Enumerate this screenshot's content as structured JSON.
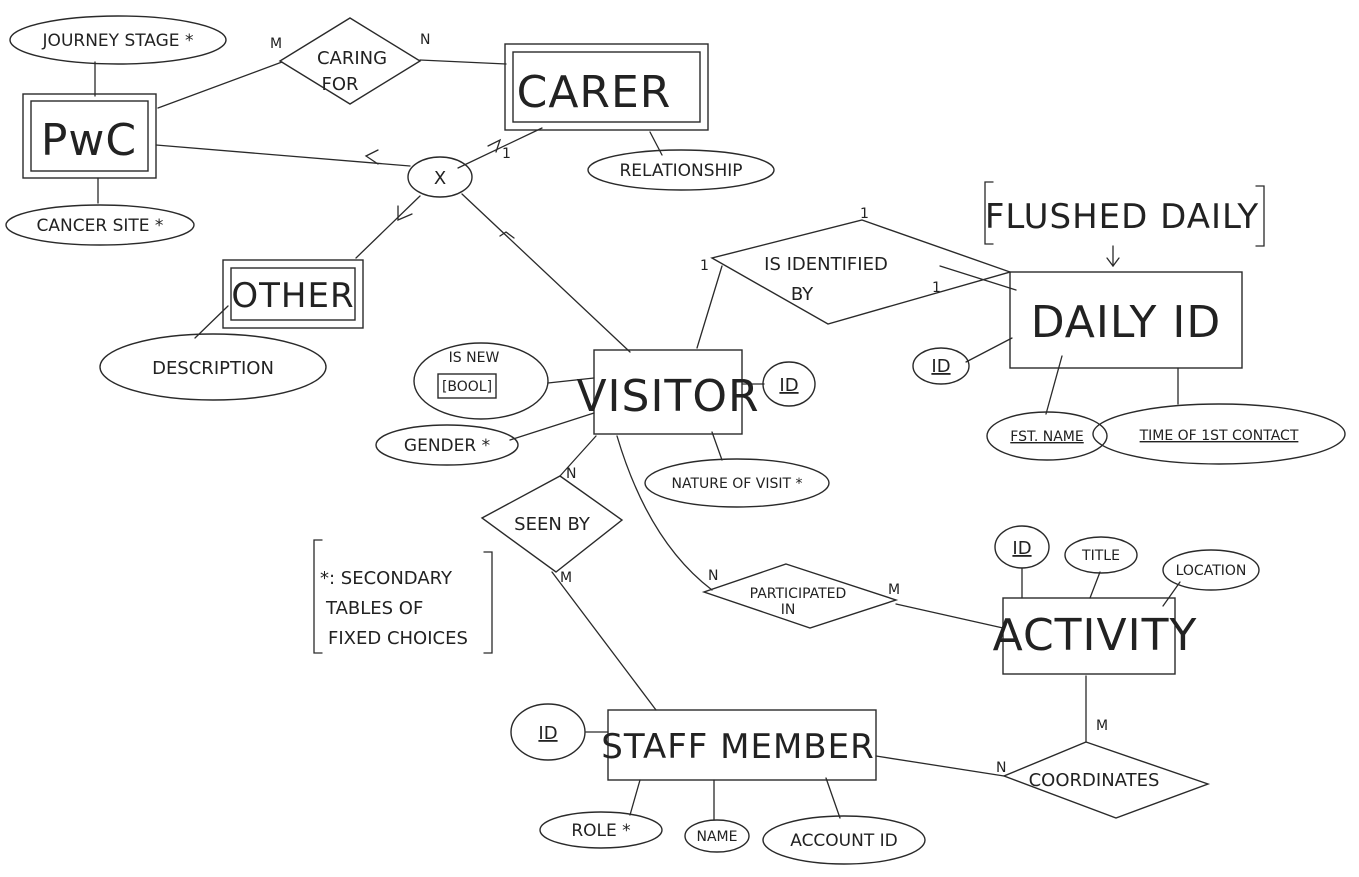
{
  "entities": {
    "pwc": "PwC",
    "carer": "CARER",
    "other": "OTHER",
    "visitor": "VISITOR",
    "daily_id": "DAILY ID",
    "activity": "ACTIVITY",
    "staff_member": "STAFF MEMBER"
  },
  "relationships": {
    "caring_for": [
      "CARING",
      "FOR"
    ],
    "is_identified_by": [
      "IS IDENTIFIED",
      "BY"
    ],
    "seen_by": "SEEN BY",
    "participated_in": [
      "PARTICIPATED",
      "IN"
    ],
    "coordinates": "COORDINATES",
    "exclusive": "X"
  },
  "attributes": {
    "journey_stage": "JOURNEY STAGE *",
    "cancer_site": "CANCER SITE *",
    "relationship": "RELATIONSHIP",
    "description": "DESCRIPTION",
    "is_new": [
      "IS NEW",
      "[BOOL]"
    ],
    "gender": "GENDER *",
    "visitor_id": "ID",
    "nature_of_visit": "NATURE OF VISIT *",
    "daily_id_key": "ID",
    "fst_name": "FST. NAME",
    "time_of_first_contact": "TIME OF 1ST CONTACT",
    "activity_id": "ID",
    "title": "TITLE",
    "location": "LOCATION",
    "staff_id": "ID",
    "role": "ROLE *",
    "name": "NAME",
    "account_id": "ACCOUNT ID"
  },
  "cardinalities": {
    "caring_for_pwc": "M",
    "caring_for_carer": "N",
    "identified_visitor": "1",
    "identified_daily": "1",
    "identified_top": "1",
    "seen_visitor": "N",
    "seen_staff": "M",
    "participated_visitor": "N",
    "participated_activity": "M",
    "coordinates_activity": "M",
    "coordinates_staff": "N",
    "exclusive_carer": "1"
  },
  "notes": {
    "flushed_daily": "FLUSHED DAILY",
    "legend": [
      "*: SECONDARY",
      "TABLES OF",
      "FIXED CHOICES"
    ]
  }
}
